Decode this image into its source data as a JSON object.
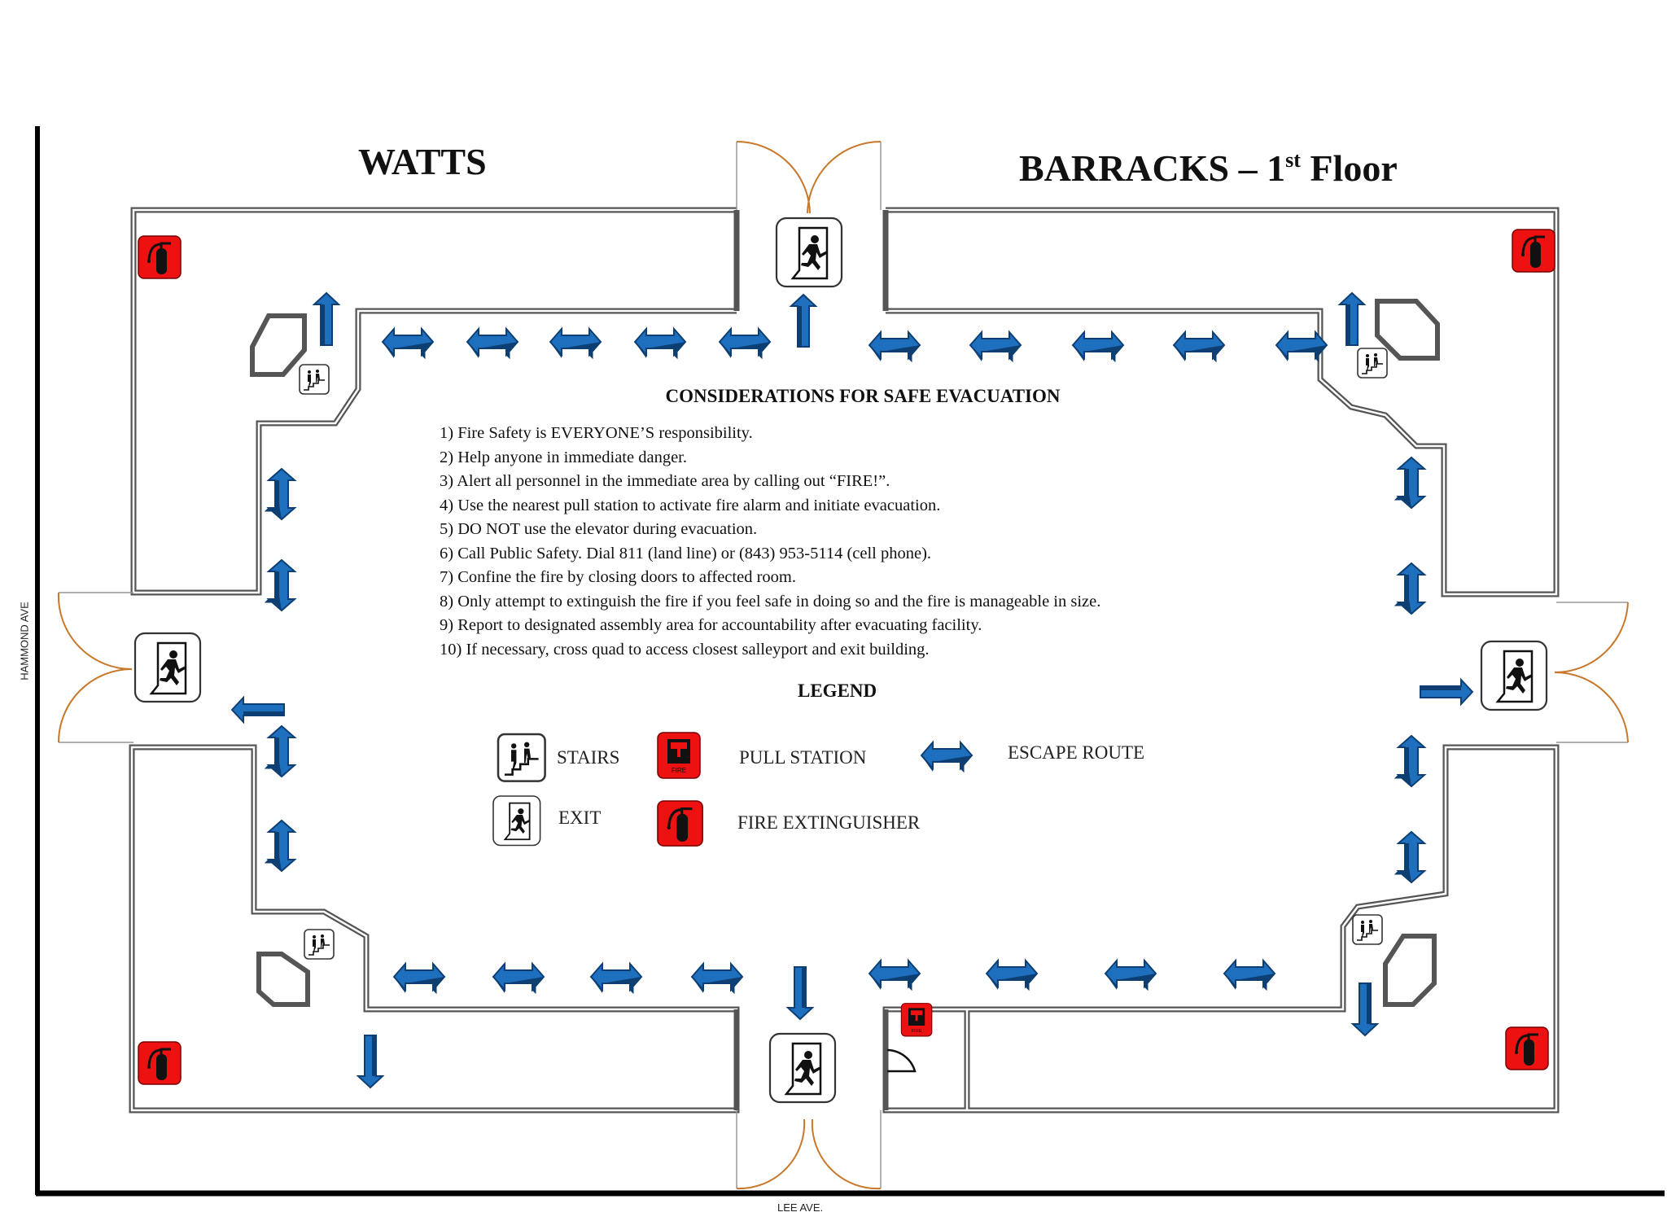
{
  "header": {
    "title_left": "WATTS",
    "title_right_main": "BARRACKS – 1",
    "title_right_sup": "st",
    "title_right_tail": " Floor"
  },
  "streets": {
    "left": "HAMMOND AVE",
    "bottom": "LEE AVE."
  },
  "considerations": {
    "title": "CONSIDERATIONS FOR SAFE EVACUATION",
    "items": [
      "1) Fire Safety is EVERYONE’S responsibility.",
      "2) Help anyone in immediate danger.",
      "3) Alert all personnel in the immediate area by calling out “FIRE!”.",
      "4) Use the nearest pull station to activate fire alarm and initiate evacuation.",
      "5) DO NOT use the elevator during evacuation.",
      "6) Call Public Safety. Dial 811 (land line) or (843) 953-5114 (cell phone).",
      "7) Confine the fire by closing doors to affected room.",
      "8) Only attempt to extinguish the fire if you feel safe in doing so and the fire is manageable in size.",
      "9) Report to designated assembly area for accountability after evacuating facility.",
      "10) If necessary, cross quad to access closest salleyport and exit building."
    ]
  },
  "legend": {
    "title": "LEGEND",
    "items": [
      {
        "icon": "stairs-icon",
        "label": "STAIRS"
      },
      {
        "icon": "pull-station-icon",
        "label": "PULL STATION"
      },
      {
        "icon": "escape-route-icon",
        "label": "ESCAPE ROUTE"
      },
      {
        "icon": "exit-icon",
        "label": "EXIT"
      },
      {
        "icon": "fire-extinguisher-icon",
        "label": "FIRE EXTINGUISHER"
      }
    ]
  },
  "symbols": {
    "pull_station_text": "FIRE",
    "exits": [
      "north",
      "west",
      "east",
      "south"
    ],
    "fire_extinguishers": 4,
    "pull_stations": 1,
    "stairs": 4
  },
  "colors": {
    "arrow_blue": "#1f6fbf",
    "arrow_dark": "#0d3f73",
    "alarm_red": "#ee1111",
    "door_swing": "#c8782a",
    "wall": "#555555"
  }
}
